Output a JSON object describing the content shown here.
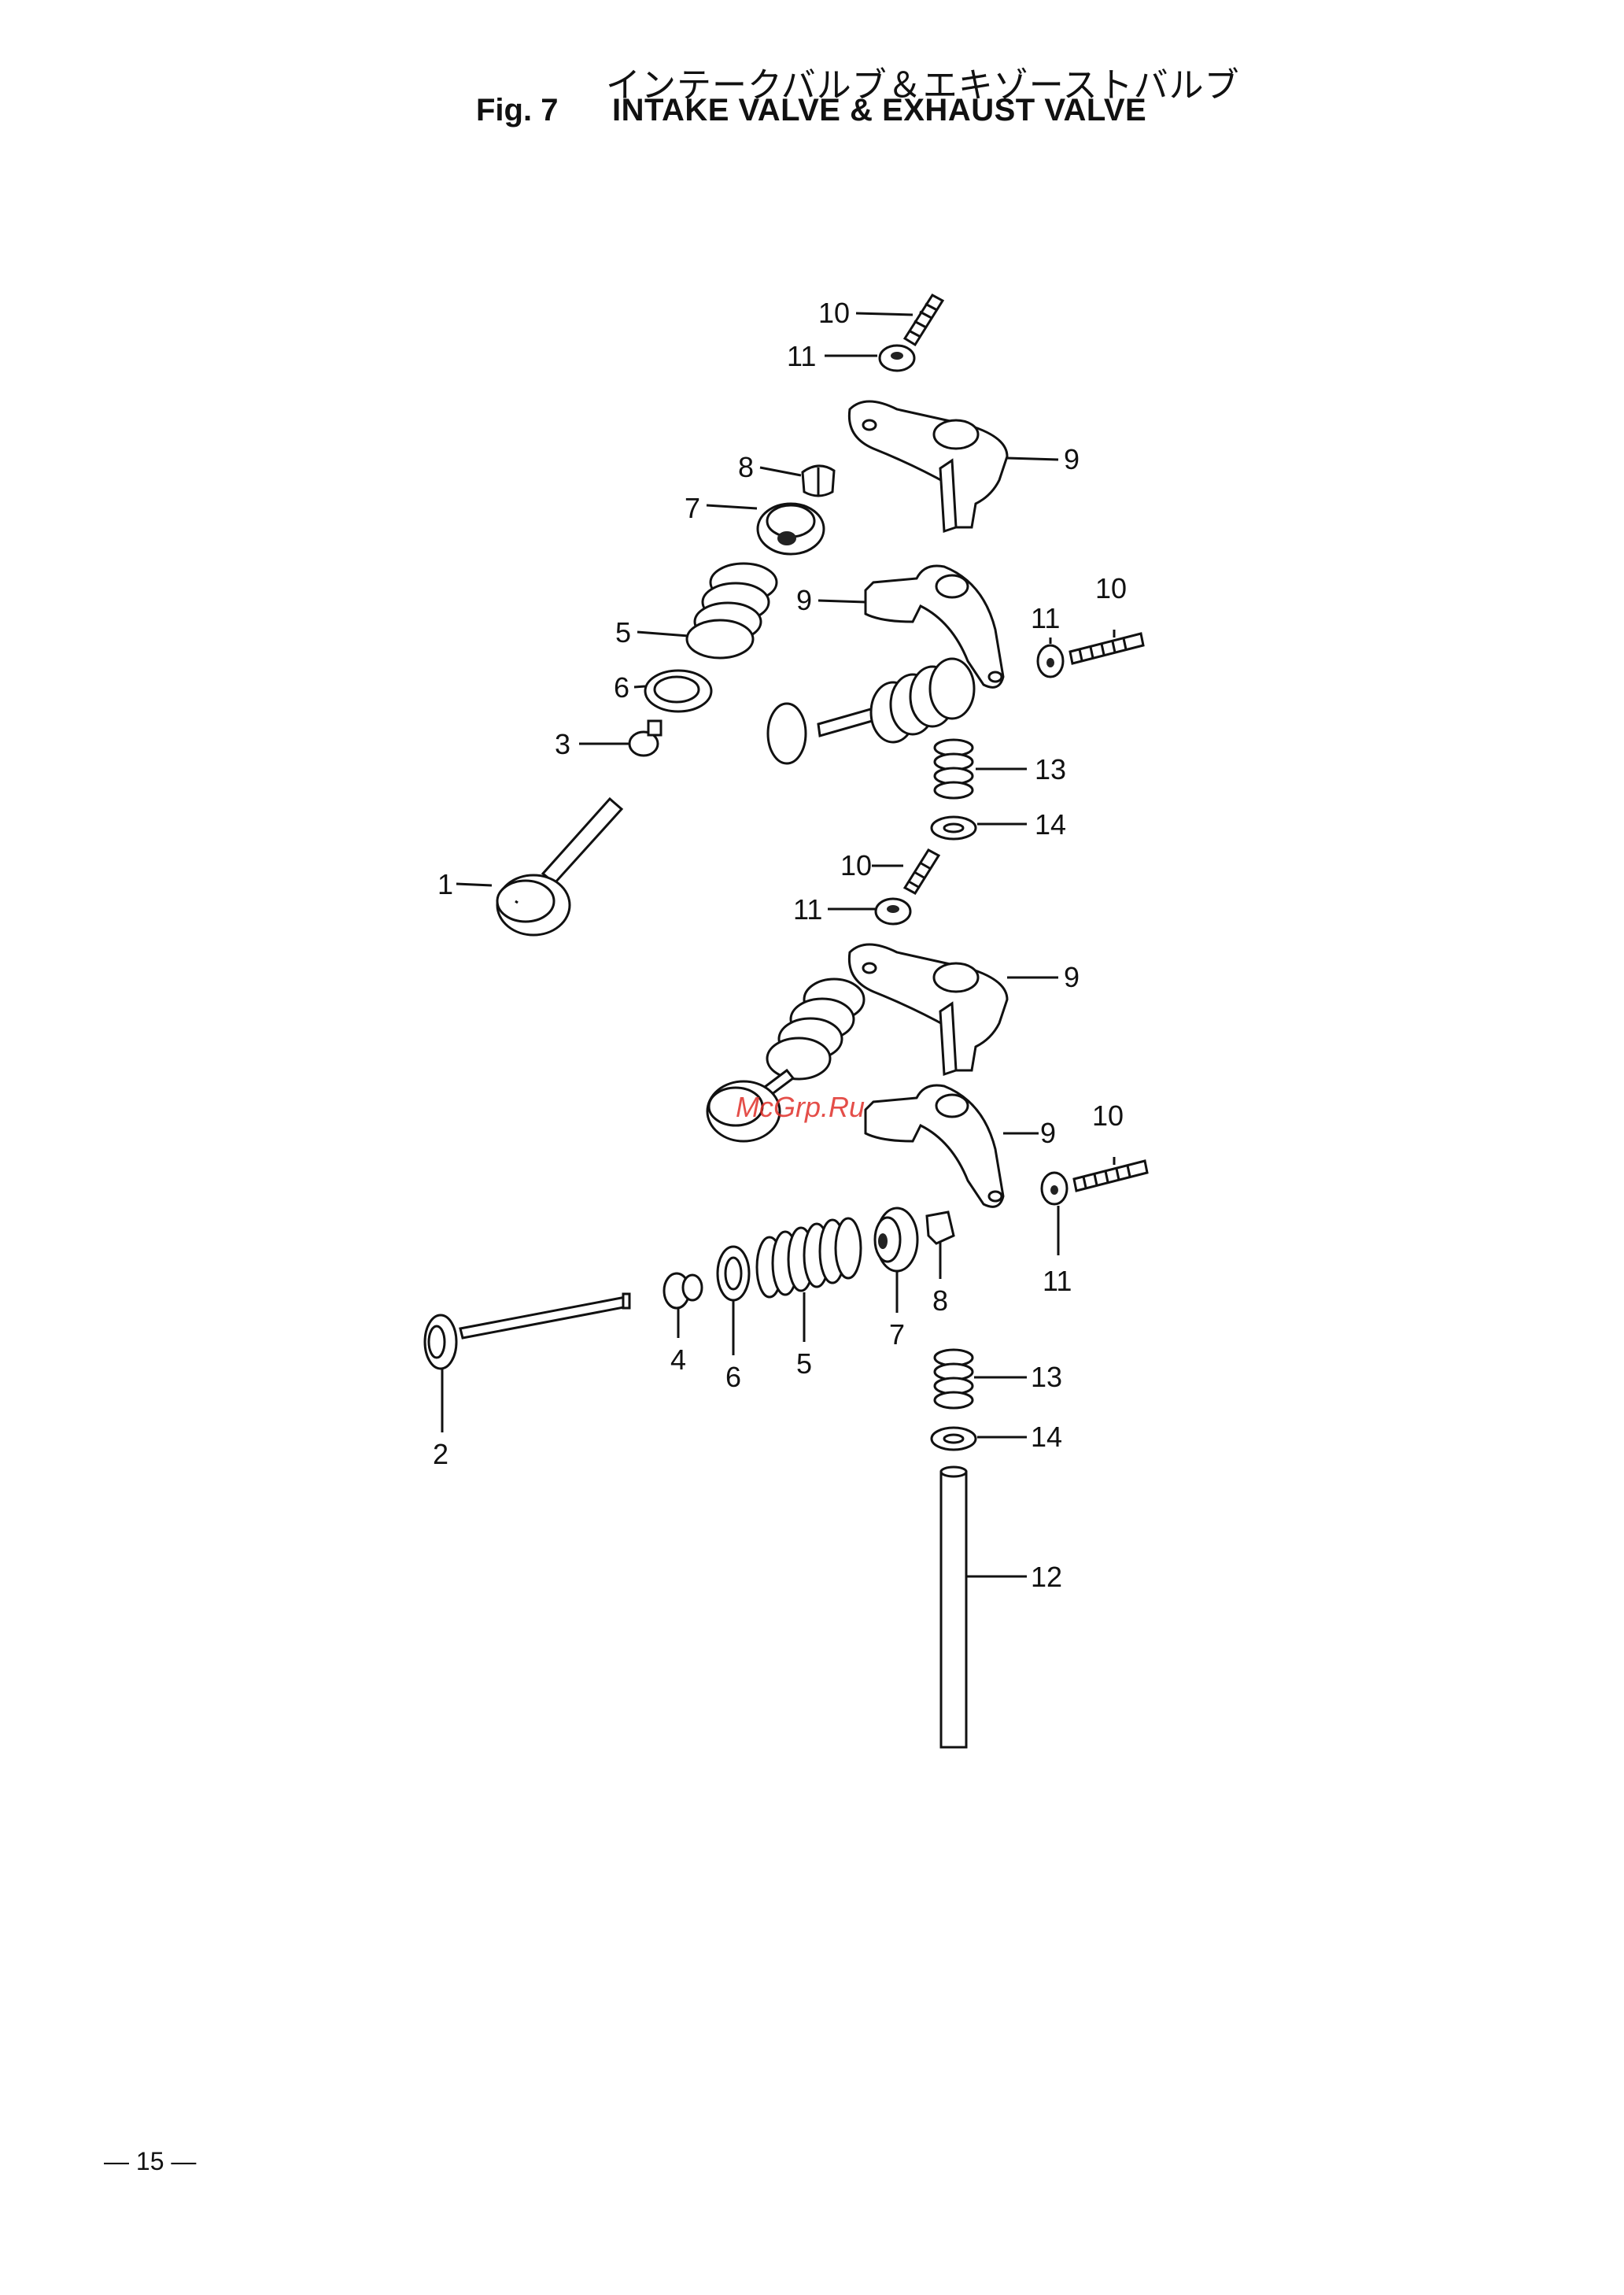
{
  "header": {
    "title_jp": "インテークバルブ＆エキゾーストバルブ",
    "fig_label": "Fig. 7",
    "title_en": "INTAKE VALVE & EXHAUST VALVE"
  },
  "watermark": "McGrp.Ru",
  "page_number": "— 15 —",
  "callouts": {
    "c1": "1",
    "c2": "2",
    "c3": "3",
    "c4": "4",
    "c5a": "5",
    "c5b": "5",
    "c6a": "6",
    "c6b": "6",
    "c7a": "7",
    "c7b": "7",
    "c8a": "8",
    "c8b": "8",
    "c9a": "9",
    "c9b": "9",
    "c9c": "9",
    "c9d": "9",
    "c10a": "10",
    "c10b": "10",
    "c10c": "10",
    "c10d": "10",
    "c11a": "11",
    "c11b": "11",
    "c11c": "11",
    "c11d": "11",
    "c12": "12",
    "c13a": "13",
    "c13b": "13",
    "c14a": "14",
    "c14b": "14"
  }
}
